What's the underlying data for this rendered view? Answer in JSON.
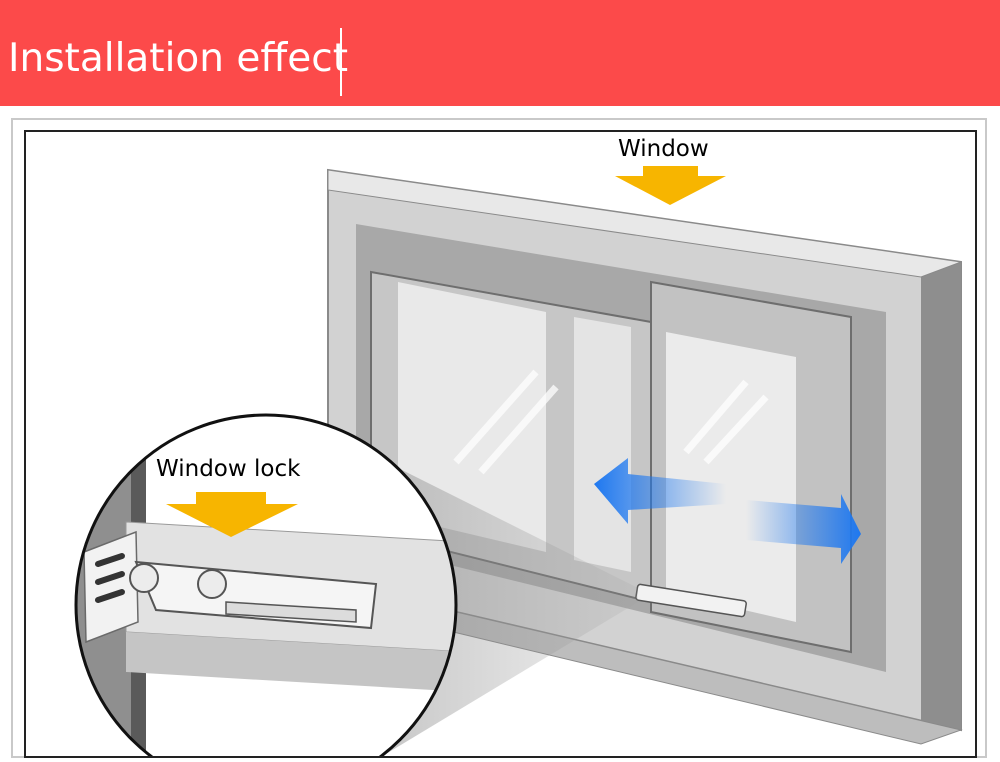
{
  "header": {
    "title": "Installation effect"
  },
  "illustration": {
    "window_label": "Window",
    "lock_label": "Window lock",
    "colors": {
      "banner": "#fc4a4a",
      "arrow_orange": "#f7b500",
      "arrow_blue": "#1e78f0",
      "frame_gray": "#9a9a9a"
    },
    "icons": [
      "down-arrow-icon",
      "double-headed-arrow-icon",
      "magnifier-circle-icon"
    ]
  }
}
